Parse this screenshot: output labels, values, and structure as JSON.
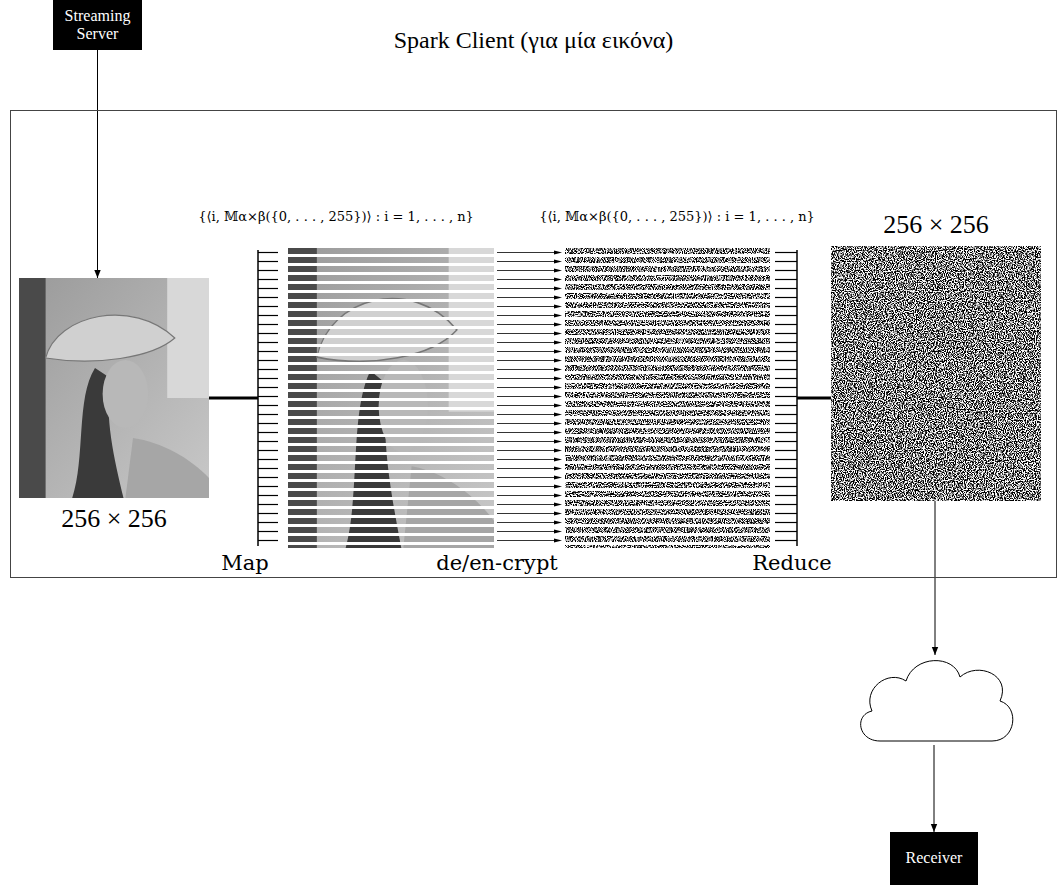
{
  "diagram": {
    "nodes": [
      {
        "text": [
          "Streaming Server"
        ]
      },
      {
        "text": [
          "Spark Client (για μία εικόνα)"
        ]
      },
      {
        "text": [
          "256 × 256"
        ],
        "in": 1
      },
      {
        "text": [
          "256 × 256"
        ],
        "in": 1
      },
      {
        "text": []
      },
      {
        "text": [
          "Receiver"
        ]
      }
    ],
    "edges": [
      {
        "from": 0,
        "to": 2,
        "arrow": "to"
      },
      {
        "from": 3,
        "to": 4,
        "arrow": "to"
      },
      {
        "from": 4,
        "to": 5,
        "arrow": "to"
      }
    ],
    "labels": [
      "{⟨i, 𝕄α×β({0, . . . , 255})⟩ : i = 1, . . . , n}",
      "{⟨i, 𝕄α×β({0, . . . , 255})⟩ : i = 1, . . . , n}",
      "Map",
      "de/en-crypt",
      "Reduce"
    ]
  }
}
